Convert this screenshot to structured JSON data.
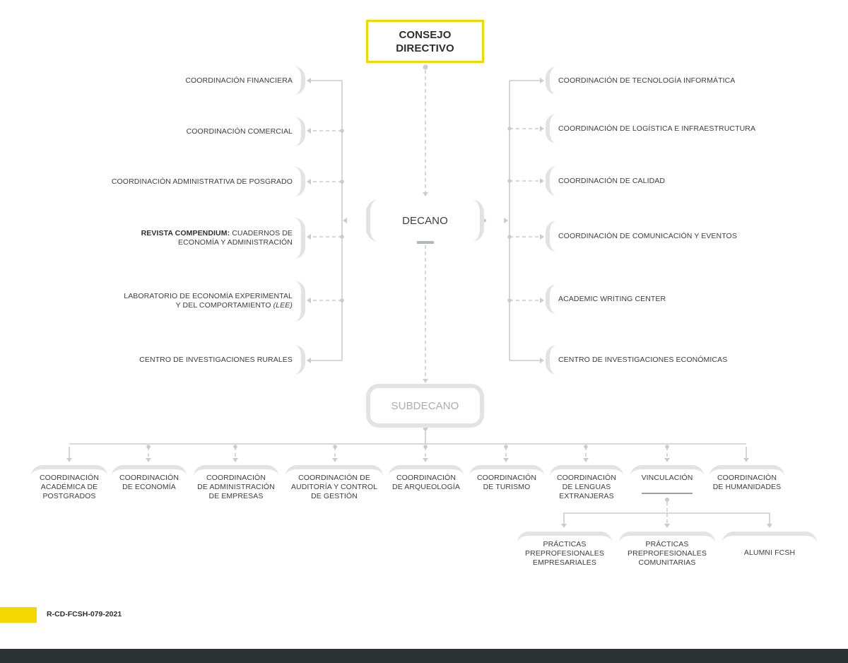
{
  "colors": {
    "accent": "#f2d800",
    "connector": "#c9cccd",
    "footer": "#2b3033",
    "node_border": "#e3e3e3"
  },
  "top": {
    "line1": "CONSEJO",
    "line2": "DIRECTIVO"
  },
  "decano": {
    "label": "DECANO"
  },
  "subdecano": {
    "label": "SUBDECANO"
  },
  "left": [
    {
      "lines": [
        "COORDINACIÓN FINANCIERA"
      ]
    },
    {
      "lines": [
        "COORDINACIÓN COMERCIAL"
      ]
    },
    {
      "lines": [
        "COORDINACIÓN ADMINISTRATIVA DE POSGRADO"
      ]
    },
    {
      "bold": "REVISTA COMPENDIUM:",
      "rest": " CUADERNOS DE",
      "line2": "ECONOMÍA Y ADMINISTRACIÓN"
    },
    {
      "lines": [
        "LABORATORIO DE ECONOMÍA EXPERIMENTAL"
      ],
      "line2_pre": "Y DEL COMPORTAMIENTO ",
      "line2_em": "(LEE)"
    },
    {
      "lines": [
        "CENTRO DE INVESTIGACIONES RURALES"
      ]
    }
  ],
  "right": [
    {
      "lines": [
        "COORDINACIÓN DE TECNOLOGÍA INFORMÁTICA"
      ]
    },
    {
      "lines": [
        "COORDINACIÓN DE LOGÍSTICA E INFRAESTRUCTURA"
      ]
    },
    {
      "lines": [
        "COORDINACIÓN DE CALIDAD"
      ]
    },
    {
      "lines": [
        "COORDINACIÓN DE COMUNICACIÓN Y EVENTOS"
      ]
    },
    {
      "lines": [
        "ACADEMIC WRITING CENTER"
      ]
    },
    {
      "lines": [
        "CENTRO DE INVESTIGACIONES ECONÓMICAS"
      ]
    }
  ],
  "bottom": [
    {
      "lines": [
        "COORDINACIÓN",
        "ACADÉMICA DE",
        "POSTGRADOS"
      ]
    },
    {
      "lines": [
        "COORDINACIÓN",
        "DE ECONOMÍA"
      ]
    },
    {
      "lines": [
        "COORDINACIÓN",
        "DE ADMINISTRACIÓN",
        "DE EMPRESAS"
      ]
    },
    {
      "lines": [
        "COORDINACIÓN DE",
        "AUDITORÍA Y CONTROL",
        "DE GESTIÓN"
      ]
    },
    {
      "lines": [
        "COORDINACIÓN",
        "DE ARQUEOLOGÍA"
      ]
    },
    {
      "lines": [
        "COORDINACIÓN",
        "DE TURISMO"
      ]
    },
    {
      "lines": [
        "COORDINACIÓN",
        "DE LENGUAS",
        "EXTRANJERAS"
      ]
    },
    {
      "lines": [
        "VINCULACIÓN"
      ]
    },
    {
      "lines": [
        "COORDINACIÓN",
        "DE HUMANIDADES"
      ]
    }
  ],
  "vinculacion_children": [
    {
      "lines": [
        "PRÁCTICAS",
        "PREPROFESIONALES",
        "EMPRESARIALES"
      ]
    },
    {
      "lines": [
        "PRÁCTICAS",
        "PREPROFESIONALES",
        "COMUNITARIAS"
      ]
    },
    {
      "lines": [
        "ALUMNI FCSH"
      ]
    }
  ],
  "doc_ref": "R-CD-FCSH-079-2021"
}
